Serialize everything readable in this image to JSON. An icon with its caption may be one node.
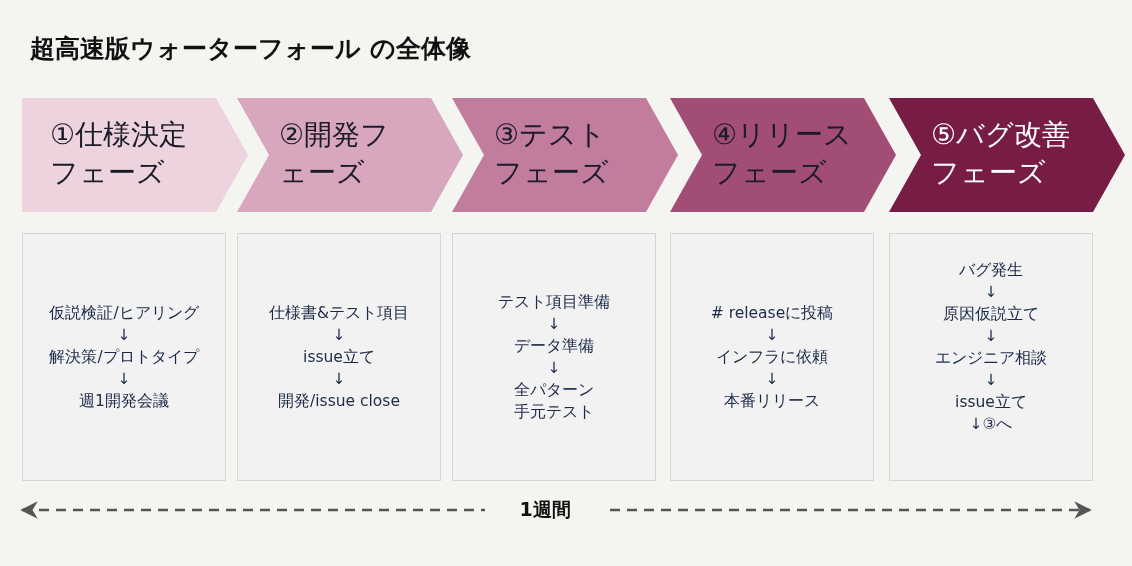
{
  "diagram": {
    "title": "超高速版ウォーターフォール の全体像",
    "nodes": [
      {
        "text": [
          "①仕様決定フェーズ"
        ]
      },
      {
        "text": [
          "②開発フェーズ"
        ]
      },
      {
        "text": [
          "③テストフェーズ"
        ]
      },
      {
        "text": [
          "④リリースフェーズ"
        ]
      },
      {
        "text": [
          "⑤バグ改善フェーズ"
        ]
      },
      {
        "text": [
          "仮説検証/ヒアリング",
          "↓",
          "解決策/プロトタイプ",
          "↓",
          "週1開発会議"
        ]
      },
      {
        "text": [
          "仕様書&テスト項目",
          "↓",
          "issue立て",
          "↓",
          "開発/issue close"
        ]
      },
      {
        "text": [
          "テスト項目準備",
          "↓",
          "データ準備",
          "↓",
          "全パターン手元テスト"
        ]
      },
      {
        "text": [
          "# releaseに投稿",
          "↓",
          "インフラに依頼",
          "↓",
          "本番リリース"
        ]
      },
      {
        "text": [
          "バグ発生",
          "↓",
          "原因仮説立て",
          "↓",
          "エンジニア相談",
          "↓",
          "issue立て",
          "↓③へ"
        ]
      }
    ],
    "labels": [
      "1週間"
    ]
  }
}
